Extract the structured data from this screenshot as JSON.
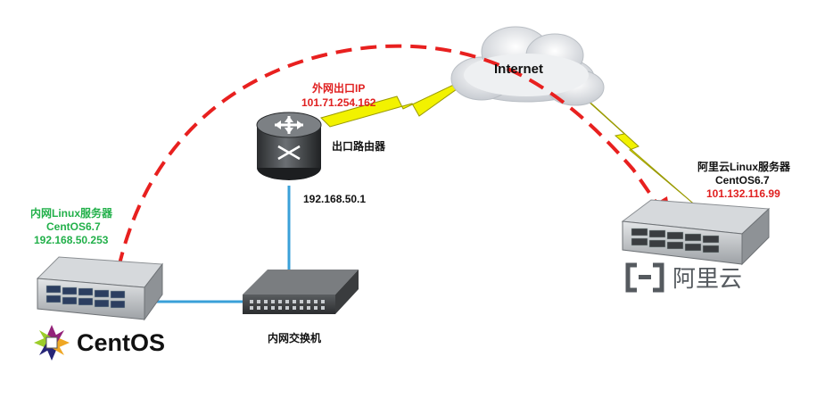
{
  "diagram": {
    "internet": {
      "label": "Internet"
    },
    "router": {
      "egress_title": "外网出口IP",
      "egress_ip": "101.71.254.162",
      "name": "出口路由器",
      "lan_ip": "192.168.50.1"
    },
    "switch": {
      "name": "内网交换机"
    },
    "local_server": {
      "title": "内网Linux服务器",
      "os": "CentOS6.7",
      "ip": "192.168.50.253"
    },
    "aliyun_server": {
      "title": "阿里云Linux服务器",
      "os": "CentOS6.7",
      "ip": "101.132.116.99"
    },
    "logos": {
      "centos": "CentOS",
      "aliyun": "阿里云"
    },
    "colors": {
      "lan_link": "#3aa0d8",
      "tunnel_arc": "#e8201f",
      "wan_bolt": "#f2f200",
      "local_label": "#22b04a",
      "ip_label": "#e02020"
    }
  }
}
